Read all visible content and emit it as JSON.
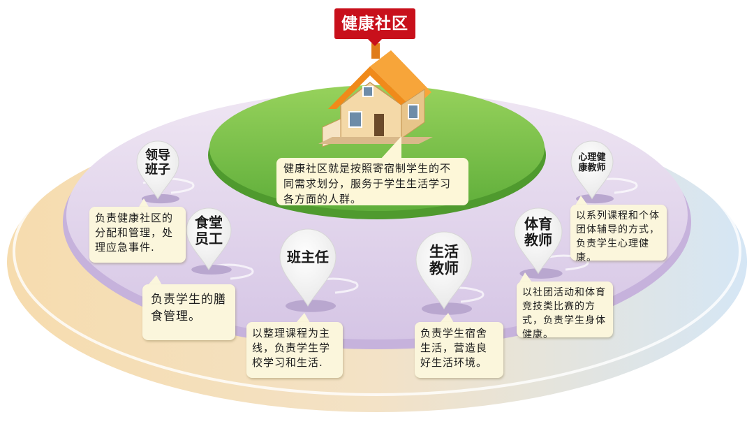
{
  "title": "健康社区",
  "center_description": "健康社区就是按照寄宿制学生的不同需求划分，服务于学生生活学习各方面的人群。",
  "roles": [
    {
      "label_line1": "领导",
      "label_line2": "班子",
      "description": "负责健康社区的分配和管理，处理应急事件."
    },
    {
      "label_line1": "食堂",
      "label_line2": "员工",
      "description": "负责学生的膳食管理。"
    },
    {
      "label_line1": "班主任",
      "label_line2": "",
      "description": "以整理课程为主线，负责学生学校学习和生活."
    },
    {
      "label_line1": "生活",
      "label_line2": "教师",
      "description": "负责学生宿舍生活，营造良好生活环境。"
    },
    {
      "label_line1": "体育",
      "label_line2": "教师",
      "description": "以社团活动和体育竞技类比赛的方式，负责学生身体健康。"
    },
    {
      "label_line1": "心理健",
      "label_line2": "康教师",
      "description": "以系列课程和个体团体辅导的方式，负责学生心理健康。"
    }
  ],
  "colors": {
    "title_bg": "#c8101b",
    "center_green": "#7cc34a",
    "disc_purple": "#ddd0ea",
    "ring_beige": "#f7e2b6",
    "ring_blue": "#d9e7f4",
    "box_bg": "#fbf6dc"
  }
}
